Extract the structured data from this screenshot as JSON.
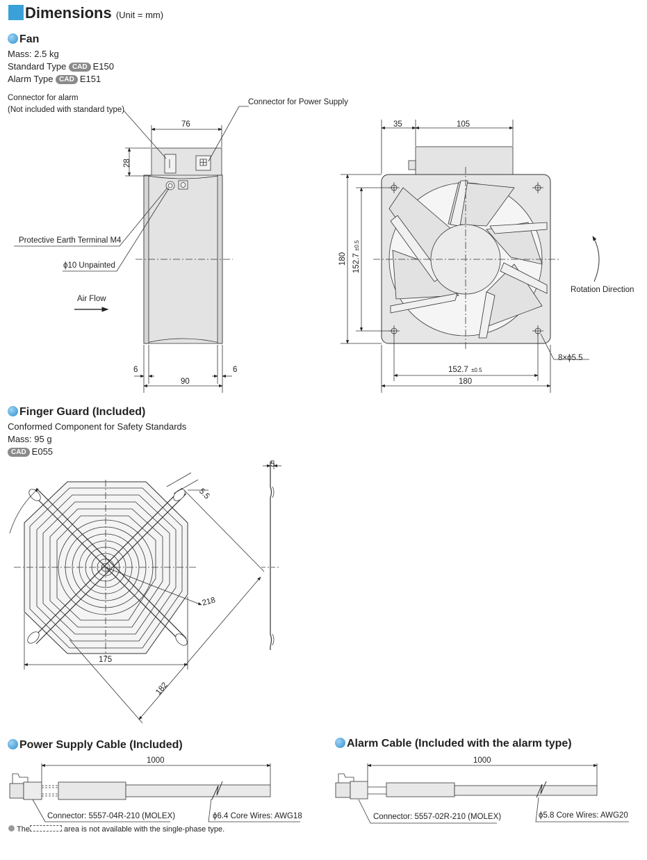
{
  "header": {
    "title": "Dimensions",
    "unit": "(Unit = mm)"
  },
  "fan": {
    "title": "Fan",
    "mass": "Mass: 2.5 kg",
    "standard_type": "Standard Type",
    "standard_code": "E150",
    "alarm_type": "Alarm Type",
    "alarm_code": "E151",
    "cad": "CAD",
    "connector_alarm": "Connector for alarm",
    "connector_alarm_note": "(Not included with standard type)",
    "connector_power": "Connector for Power Supply",
    "pe_terminal": "Protective Earth Terminal M4",
    "unpainted": "ϕ10 Unpainted",
    "air_flow": "Air Flow",
    "rotation": "Rotation Direction",
    "holes": "8×ϕ5.5",
    "dims": {
      "d76": "76",
      "d28": "28",
      "d6a": "6",
      "d6b": "6",
      "d90": "90",
      "d35": "35",
      "d105": "105",
      "d180v": "180",
      "d1527v": "152.7",
      "d1527h": "152.7",
      "tol": "±0.5",
      "d180h": "180"
    }
  },
  "guard": {
    "title": "Finger Guard (Included)",
    "conformed": "Conformed Component for Safety Standards",
    "mass": "Mass: 95 g",
    "cad": "CAD",
    "code": "E055",
    "dims": {
      "d5": "5",
      "d55": "5.5",
      "d218": "218",
      "d175": "175",
      "d182": "182"
    }
  },
  "power_cable": {
    "title": "Power Supply Cable (Included)",
    "length": "1000",
    "connector": "Connector: 5557-04R-210 (MOLEX)",
    "wires": "ϕ6.4 Core Wires: AWG18",
    "note_pre": "The",
    "note_post": "area is not available with the single-phase type."
  },
  "alarm_cable": {
    "title": "Alarm Cable (Included with the alarm type)",
    "length": "1000",
    "connector": "Connector: 5557-02R-210 (MOLEX)",
    "wires": "ϕ5.8 Core Wires: AWG20"
  }
}
